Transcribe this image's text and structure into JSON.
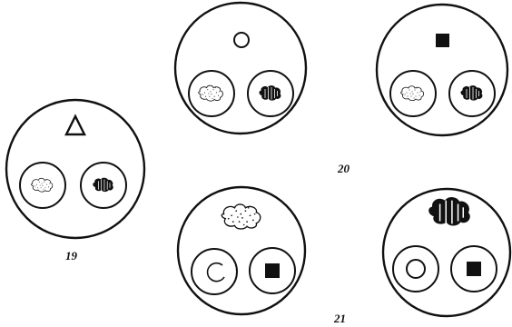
{
  "figure": {
    "labels": {
      "fig19": "19",
      "fig20": "20",
      "fig21": "21"
    },
    "panels": [
      {
        "id": "19",
        "sample": "triangle",
        "left_cup": "light-speckled-blob",
        "right_cup": "dark-striped-blob"
      },
      {
        "id": "20a",
        "sample": "circle",
        "left_cup": "light-speckled-blob",
        "right_cup": "dark-striped-blob"
      },
      {
        "id": "20b",
        "sample": "square",
        "left_cup": "light-speckled-blob",
        "right_cup": "dark-striped-blob"
      },
      {
        "id": "21a",
        "sample": "light-speckled-blob",
        "left_cup": "open-circle",
        "right_cup": "square"
      },
      {
        "id": "21b",
        "sample": "dark-striped-blob",
        "left_cup": "circle",
        "right_cup": "square"
      }
    ]
  }
}
